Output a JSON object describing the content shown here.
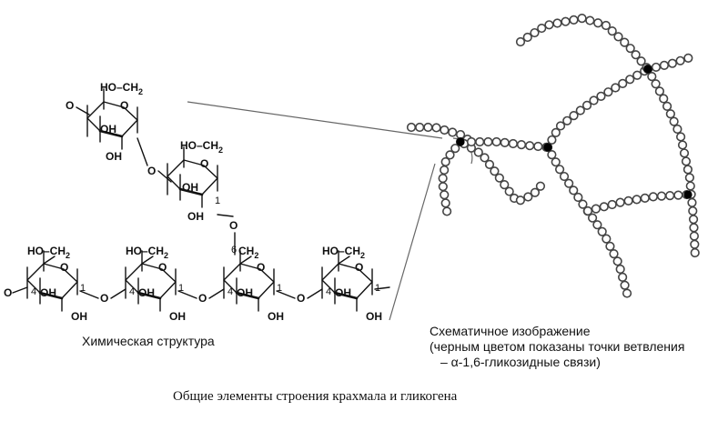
{
  "figure": {
    "title": "Общие элементы строения крахмала и гликогена",
    "chemical_caption": "Химическая структура",
    "schematic_caption": {
      "line1": "Схематичное изображение",
      "line2": "(черным цветом показаны точки ветвления",
      "line3": "– α-1,6-гликозидные связи)"
    }
  },
  "chem_labels": {
    "ho_ch2": "HO–CH",
    "sub2": "2",
    "oh": "OH",
    "o": "O",
    "ch2": "CH",
    "pos1": "1",
    "pos4": "4",
    "pos6": "6"
  },
  "colors": {
    "bead_stroke": "#444444",
    "branch_point": "#000000",
    "ink": "#111111"
  }
}
